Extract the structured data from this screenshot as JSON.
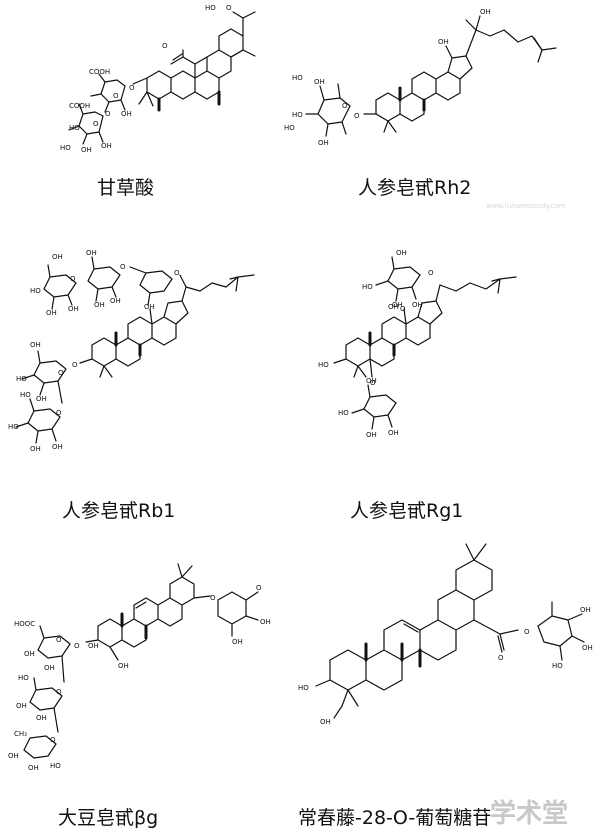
{
  "structures": [
    {
      "id": "glycyrrhizin",
      "caption": "甘草酸",
      "atoms": [
        "HO",
        "O",
        "O",
        "O",
        "COOH",
        "O",
        "COOH",
        "HO",
        "O",
        "OH",
        "HO",
        "OH",
        "O",
        "OH"
      ]
    },
    {
      "id": "ginsenoside-rh2",
      "caption": "人参皂甙Rh2",
      "atoms": [
        "OH",
        "OH",
        "HO",
        "O",
        "HO",
        "OH",
        "O",
        "OH",
        "HO"
      ]
    },
    {
      "id": "ginsenoside-rb1",
      "caption": "人参皂甙Rb1",
      "atoms": [
        "OH",
        "O",
        "OH",
        "HO",
        "O",
        "OH",
        "OH",
        "O",
        "OH",
        "OH",
        "HO",
        "HO",
        "O",
        "OH",
        "O",
        "OH",
        "O",
        "HO",
        "OH",
        "OH",
        "OH"
      ]
    },
    {
      "id": "ginsenoside-rg1",
      "caption": "人参皂甙Rg1",
      "atoms": [
        "OH",
        "O",
        "HO",
        "OH",
        "OH",
        "O",
        "OH",
        "HO",
        "O",
        "OH",
        "HO",
        "OH",
        "OH"
      ]
    },
    {
      "id": "soyasaponin",
      "caption": "大豆皂甙βg",
      "atoms": [
        "O",
        "O",
        "OH",
        "HOOC",
        "O",
        "OH",
        "OH",
        "O",
        "OH",
        "O",
        "OH",
        "OH",
        "HO",
        "CH₃",
        "O",
        "OH",
        "OH",
        "HO",
        "OH",
        "OH"
      ]
    },
    {
      "id": "hederagenin-glucoside",
      "caption": "常春藤-28-O-葡萄糖苷",
      "atoms": [
        "HO",
        "OH",
        "O",
        "O",
        "OH",
        "OH",
        "HO"
      ]
    }
  ],
  "watermark": {
    "main": "学术堂",
    "url": "www.lunwenstudy.com"
  }
}
